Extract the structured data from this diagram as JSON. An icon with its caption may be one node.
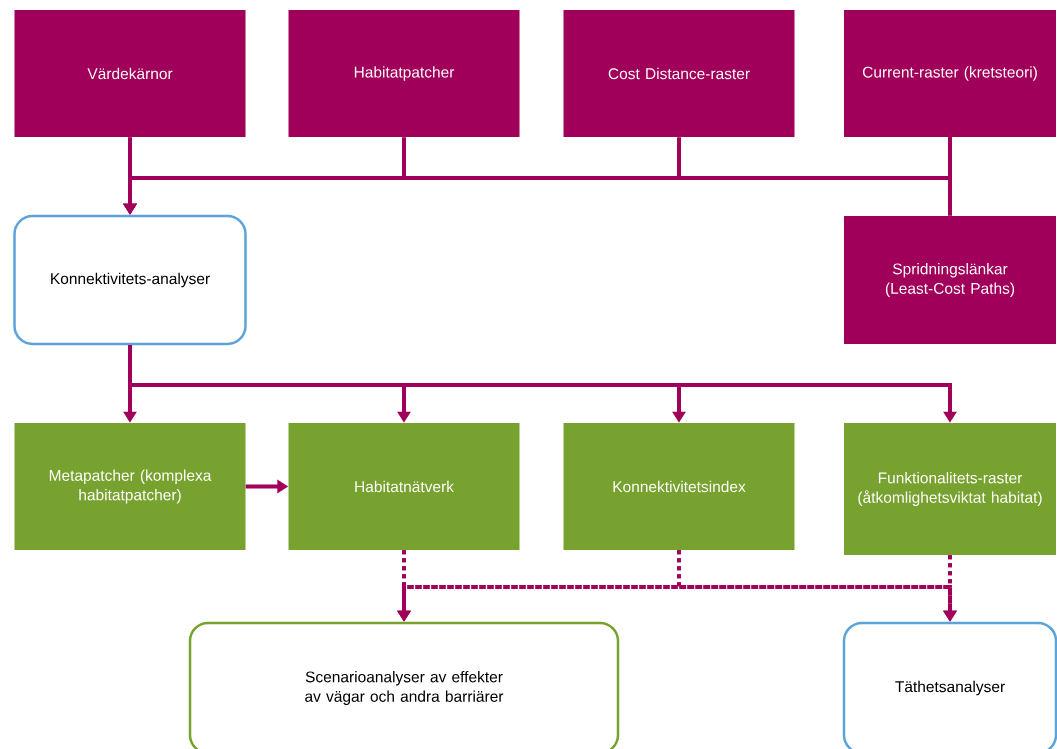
{
  "diagram": {
    "nodes": [
      {
        "text": [
          "Värdekärnor"
        ]
      },
      {
        "text": [
          "Habitatpatcher"
        ]
      },
      {
        "text": [
          "Cost Distance-raster"
        ]
      },
      {
        "text": [
          "Current-raster (kretsteori)"
        ]
      },
      {
        "text": [
          "Konnektivitets-analyser"
        ]
      },
      {
        "text": [
          "Spridningslänkar (Least-Cost Paths)"
        ]
      },
      {
        "text": [
          "Metapatcher (komplexa habitatpatcher)"
        ]
      },
      {
        "text": [
          "Habitatnätverk"
        ]
      },
      {
        "text": [
          "Konnektivitetsindex"
        ]
      },
      {
        "text": [
          "Funktionalitets-raster (åtkomlighetsviktat habitat)"
        ]
      },
      {
        "text": [
          "Scenarioanalyser av effekter av vägar och andra barriärer"
        ]
      },
      {
        "text": [
          "Täthetsanalyser"
        ]
      }
    ],
    "edges": [
      {
        "from": 0,
        "to": 4,
        "arrow": "to"
      },
      {
        "from": 1,
        "to": 4,
        "arrow": "to"
      },
      {
        "from": 2,
        "to": 4,
        "arrow": "to"
      },
      {
        "from": 3,
        "to": 4,
        "arrow": "to"
      },
      {
        "from": 3,
        "to": 5,
        "arrow": "none"
      },
      {
        "from": 4,
        "to": 6,
        "arrow": "to"
      },
      {
        "from": 4,
        "to": 7,
        "arrow": "to"
      },
      {
        "from": 4,
        "to": 8,
        "arrow": "to"
      },
      {
        "from": 4,
        "to": 9,
        "arrow": "to"
      },
      {
        "from": 6,
        "to": 7,
        "arrow": "to"
      },
      {
        "from": 7,
        "to": 10,
        "arrow": "to",
        "style": "dashed"
      },
      {
        "from": 8,
        "to": 10,
        "arrow": "to",
        "style": "dashed"
      },
      {
        "from": 9,
        "to": 10,
        "arrow": "to",
        "style": "dashed"
      },
      {
        "from": 7,
        "to": 11,
        "arrow": "to",
        "style": "dashed"
      },
      {
        "from": 8,
        "to": 11,
        "arrow": "to",
        "style": "dashed"
      },
      {
        "from": 9,
        "to": 11,
        "arrow": "to",
        "style": "dashed"
      }
    ]
  }
}
